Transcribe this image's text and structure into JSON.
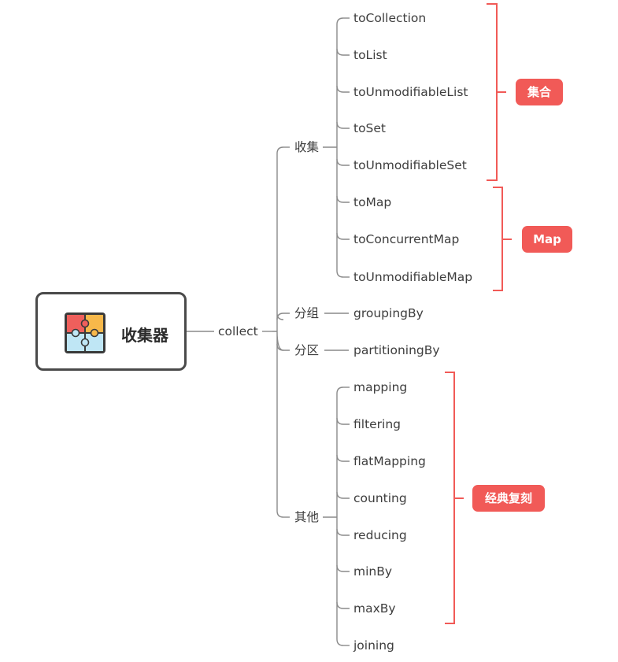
{
  "root": {
    "label": "收集器",
    "icon": "puzzle-icon"
  },
  "hub_label": "collect",
  "groups": [
    {
      "label": "收集",
      "children": [
        "toCollection",
        "toList",
        "toUnmodifiableList",
        "toSet",
        "toUnmodifiableSet",
        "toMap",
        "toConcurrentMap",
        "toUnmodifiableMap"
      ]
    },
    {
      "label": "分组",
      "children": [
        "groupingBy"
      ]
    },
    {
      "label": "分区",
      "children": [
        "partitioningBy"
      ]
    },
    {
      "label": "其他",
      "children": [
        "mapping",
        "filtering",
        "flatMapping",
        "counting",
        "reducing",
        "minBy",
        "maxBy",
        "joining"
      ]
    }
  ],
  "annotations": [
    {
      "label": "集合",
      "color": "#f15a57"
    },
    {
      "label": "Map",
      "color": "#f15a57"
    },
    {
      "label": "经典复刻",
      "color": "#f15a57"
    }
  ],
  "colors": {
    "line": "#8a8a8a",
    "accent": "#f15a57"
  }
}
